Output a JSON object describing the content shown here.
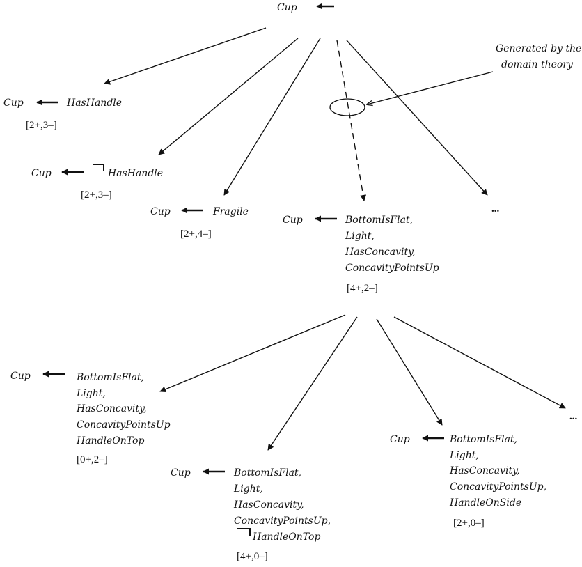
{
  "root": {
    "head": "Cup"
  },
  "annotation": {
    "line1": "Generated by the",
    "line2": "domain theory"
  },
  "more": "...",
  "level1": [
    {
      "head": "Cup",
      "body": [
        "HasHandle"
      ],
      "stats": "[2+,3–]"
    },
    {
      "head": "Cup",
      "body": [
        "HasHandle"
      ],
      "negated": true,
      "stats": "[2+,3–]"
    },
    {
      "head": "Cup",
      "body": [
        "Fragile"
      ],
      "stats": "[2+,4–]"
    },
    {
      "head": "Cup",
      "body": [
        "BottomIsFlat,",
        "Light,",
        "HasConcavity,",
        "ConcavityPointsUp"
      ],
      "stats": "[4+,2–]"
    }
  ],
  "level2": [
    {
      "head": "Cup",
      "body": [
        "BottomIsFlat,",
        "Light,",
        "HasConcavity,",
        "ConcavityPointsUp",
        "HandleOnTop"
      ],
      "stats": "[0+,2–]"
    },
    {
      "head": "Cup",
      "body": [
        "BottomIsFlat,",
        "Light,",
        "HasConcavity,",
        "ConcavityPointsUp,",
        "HandleOnTop"
      ],
      "negated_last": true,
      "stats": "[4+,0–]"
    },
    {
      "head": "Cup",
      "body": [
        "BottomIsFlat,",
        "Light,",
        "HasConcavity,",
        "ConcavityPointsUp,",
        "HandleOnSide"
      ],
      "stats": "[2+,0–]"
    }
  ]
}
